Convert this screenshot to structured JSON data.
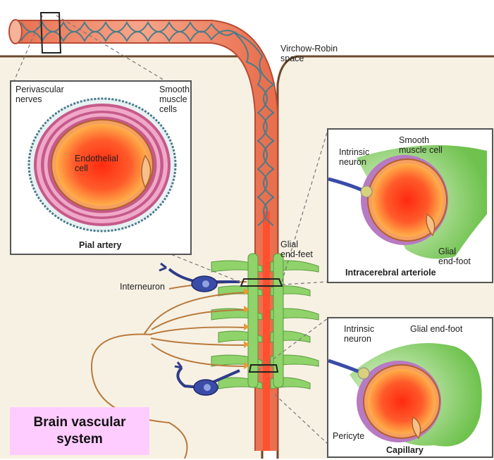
{
  "labels": {
    "virchow_robin": [
      "Virchow-Robin",
      "space"
    ],
    "perivascular_nerves": [
      "Perivascular",
      "nerves"
    ],
    "smooth_muscle_cells": [
      "Smooth",
      "muscle",
      "cells"
    ],
    "endothelial_cell": [
      "Endothelial",
      "cell"
    ],
    "pial_artery": "Pial artery",
    "intrinsic_neuron_top": [
      "Intrinsic",
      "neuron"
    ],
    "smooth_muscle_cell": [
      "Smooth",
      "muscle cell"
    ],
    "glial_end_foot_top": [
      "Glial",
      "end-foot"
    ],
    "intracerebral_arteriole": "Intracerebral arteriole",
    "glial_end_feet": [
      "Glial",
      "end-feet"
    ],
    "interneuron": "Interneuron",
    "intrinsic_neuron_bottom": [
      "Intrinsic",
      "neuron"
    ],
    "glial_end_foot_bottom": "Glial end-foot",
    "pericyte": "Pericyte",
    "capillary": "Capillary"
  },
  "caption": [
    "Brain vascular",
    "system"
  ],
  "colors": {
    "background": "#f7f1e4",
    "vessel": "#f08a6e",
    "vessel_core": "#ff2a10",
    "glia": "#7ccb5a",
    "smooth_muscle": "#c882a8",
    "neuron": "#2e3c88",
    "nerve_fiber": "#b87a3c",
    "caption_bg": "#ffccff"
  }
}
